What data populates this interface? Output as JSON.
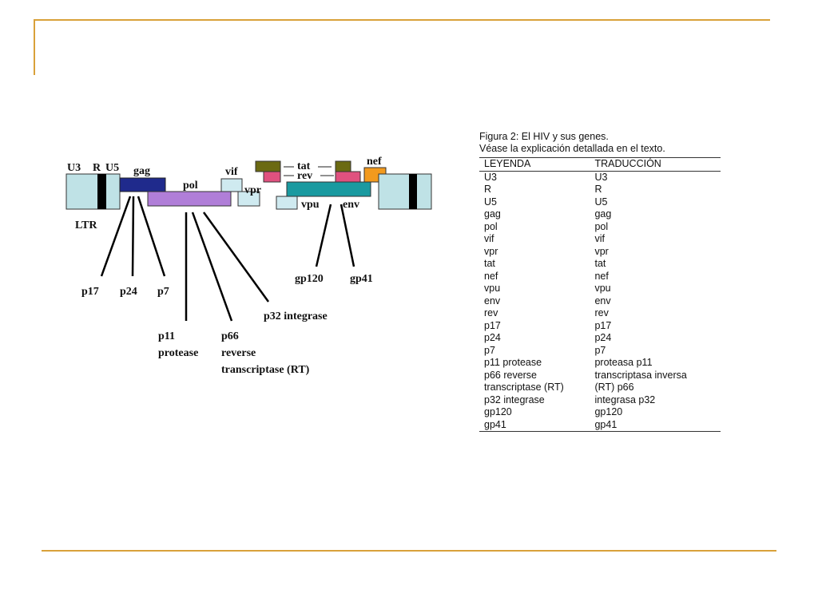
{
  "colors": {
    "frame_accent": "#d9a13a",
    "ltr": "#bfe2e6",
    "gag": "#1f2a8c",
    "pol": "#b07ed8",
    "vif": "#cfeaf0",
    "vpr": "#cfeaf0",
    "tat": "#6b6a12",
    "rev": "#e0517f",
    "nef": "#f29a1e",
    "env": "#1a9aa0",
    "vpu": "#cfeaf0"
  },
  "diagram": {
    "genes": {
      "u3": "U3",
      "r": "R",
      "u5": "U5",
      "ltr": "LTR",
      "gag": "gag",
      "pol": "pol",
      "vif": "vif",
      "vpr": "vpr",
      "tat": "tat",
      "rev": "rev",
      "nef": "nef",
      "vpu": "vpu",
      "env": "env"
    },
    "proteins": {
      "p17": "p17",
      "p24": "p24",
      "p7": "p7",
      "p11": "p11",
      "protease": "protease",
      "p66": "p66",
      "reverse": "reverse",
      "rt": "transcriptase (RT)",
      "p32": "p32 integrase",
      "gp120": "gp120",
      "gp41": "gp41"
    }
  },
  "caption": {
    "line1": "Figura 2: El HIV y sus genes.",
    "line2": "Véase la explicación detallada en el texto."
  },
  "legend": {
    "headers": [
      "LEYENDA",
      "TRADUCCIÓN"
    ],
    "rows": [
      [
        "U3",
        "U3"
      ],
      [
        "R",
        "R"
      ],
      [
        "U5",
        "U5"
      ],
      [
        "gag",
        "gag"
      ],
      [
        "pol",
        "pol"
      ],
      [
        "vif",
        "vif"
      ],
      [
        "vpr",
        "vpr"
      ],
      [
        "tat",
        "tat"
      ],
      [
        "nef",
        "nef"
      ],
      [
        "vpu",
        "vpu"
      ],
      [
        "env",
        "env"
      ],
      [
        "rev",
        "rev"
      ],
      [
        "p17",
        "p17"
      ],
      [
        "p24",
        "p24"
      ],
      [
        "p7",
        "p7"
      ],
      [
        "p11 protease",
        "proteasa p11"
      ],
      [
        "p66 reverse",
        "transcriptasa inversa"
      ],
      [
        "transcriptase (RT)",
        "(RT) p66"
      ],
      [
        "p32 integrase",
        "integrasa p32"
      ],
      [
        "gp120",
        "gp120"
      ],
      [
        "gp41",
        "gp41"
      ]
    ]
  }
}
